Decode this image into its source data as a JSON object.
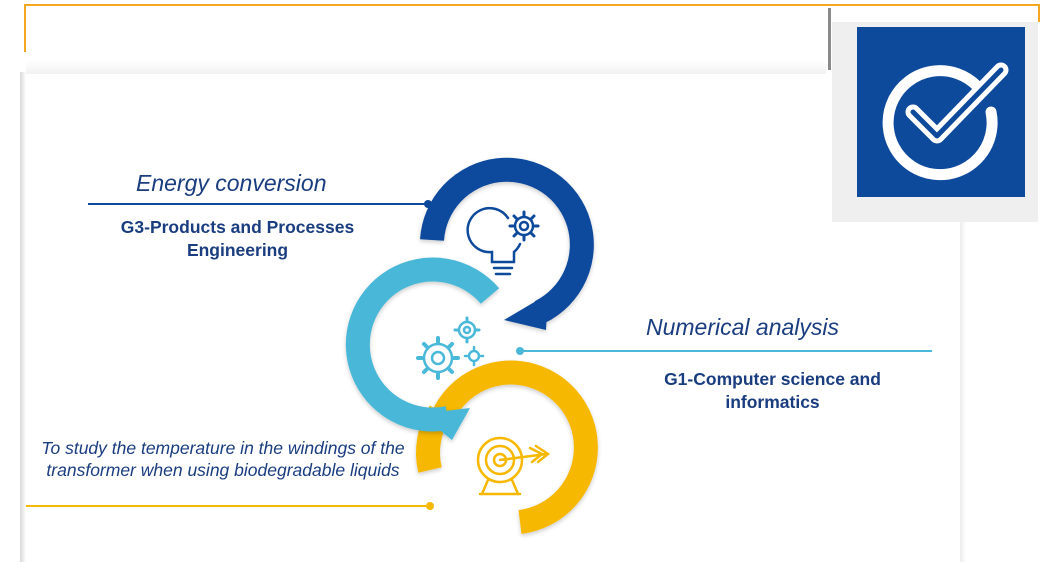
{
  "steps": [
    {
      "title": "Energy conversion",
      "group": "G3-Products and Processes Engineering",
      "icon": "lightbulb-gears-icon",
      "color": "#0d4a9c"
    },
    {
      "title": "Numerical analysis",
      "group": "G1-Computer science and informatics",
      "icon": "gears-icon",
      "color": "#4ab8d8"
    },
    {
      "title": "To study the temperature in the windings of the transformer when using biodegradable liquids",
      "icon": "target-arrow-icon",
      "color": "#f6b800"
    }
  ],
  "badge": {
    "icon": "checkmark-icon",
    "color": "#0d4a9c"
  },
  "colors": {
    "text": "#1a3d80",
    "frame": "#f5a623"
  }
}
